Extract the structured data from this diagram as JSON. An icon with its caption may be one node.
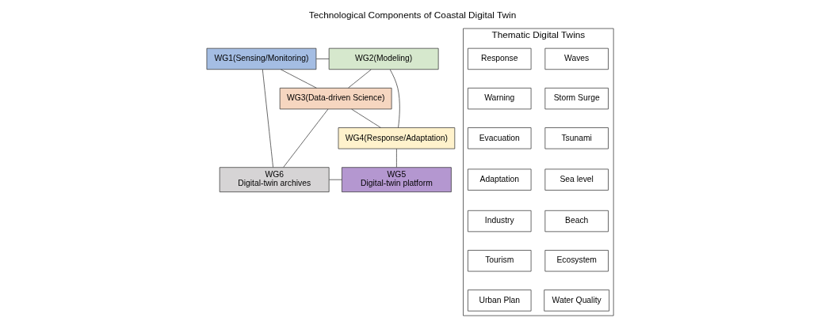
{
  "diagram": {
    "title": "Technological Components of Coastal Digital Twin",
    "nodes": [
      {
        "text": [
          "WG1(Sensing/Monitoring)"
        ]
      },
      {
        "text": [
          "WG2(Modeling)"
        ]
      },
      {
        "text": [
          "WG3(Data-driven Science)"
        ]
      },
      {
        "text": [
          "WG4(Response/Adaptation)"
        ]
      },
      {
        "text": [
          "WG6",
          "Digital-twin archives"
        ]
      },
      {
        "text": [
          "WG5",
          "Digital-twin platform"
        ]
      },
      {
        "text": [
          "Thematic Digital Twins"
        ]
      },
      {
        "text": [
          "Waves"
        ],
        "in": 6
      },
      {
        "text": [
          "Response"
        ],
        "in": 6
      },
      {
        "text": [
          "Storm Surge"
        ],
        "in": 6
      },
      {
        "text": [
          "Warning"
        ],
        "in": 6
      },
      {
        "text": [
          "Tsunami"
        ],
        "in": 6
      },
      {
        "text": [
          "Evacuation"
        ],
        "in": 6
      },
      {
        "text": [
          "Sea level"
        ],
        "in": 6
      },
      {
        "text": [
          "Adaptation"
        ],
        "in": 6
      },
      {
        "text": [
          "Beach"
        ],
        "in": 6
      },
      {
        "text": [
          "Industry"
        ],
        "in": 6
      },
      {
        "text": [
          "Ecosystem"
        ],
        "in": 6
      },
      {
        "text": [
          "Tourism"
        ],
        "in": 6
      },
      {
        "text": [
          "Water Quality"
        ],
        "in": 6
      },
      {
        "text": [
          "Urban Plan"
        ],
        "in": 6
      }
    ],
    "edges": [
      {
        "from": 0,
        "to": 1,
        "arrow": "none"
      },
      {
        "from": 0,
        "to": 2,
        "arrow": "none"
      },
      {
        "from": 0,
        "to": 4,
        "arrow": "none"
      },
      {
        "from": 1,
        "to": 2,
        "arrow": "none"
      },
      {
        "from": 1,
        "to": 3,
        "arrow": "none"
      },
      {
        "from": 2,
        "to": 3,
        "arrow": "none"
      },
      {
        "from": 2,
        "to": 4,
        "arrow": "none"
      },
      {
        "from": 3,
        "to": 5,
        "arrow": "none"
      },
      {
        "from": 4,
        "to": 5,
        "arrow": "none"
      }
    ]
  }
}
